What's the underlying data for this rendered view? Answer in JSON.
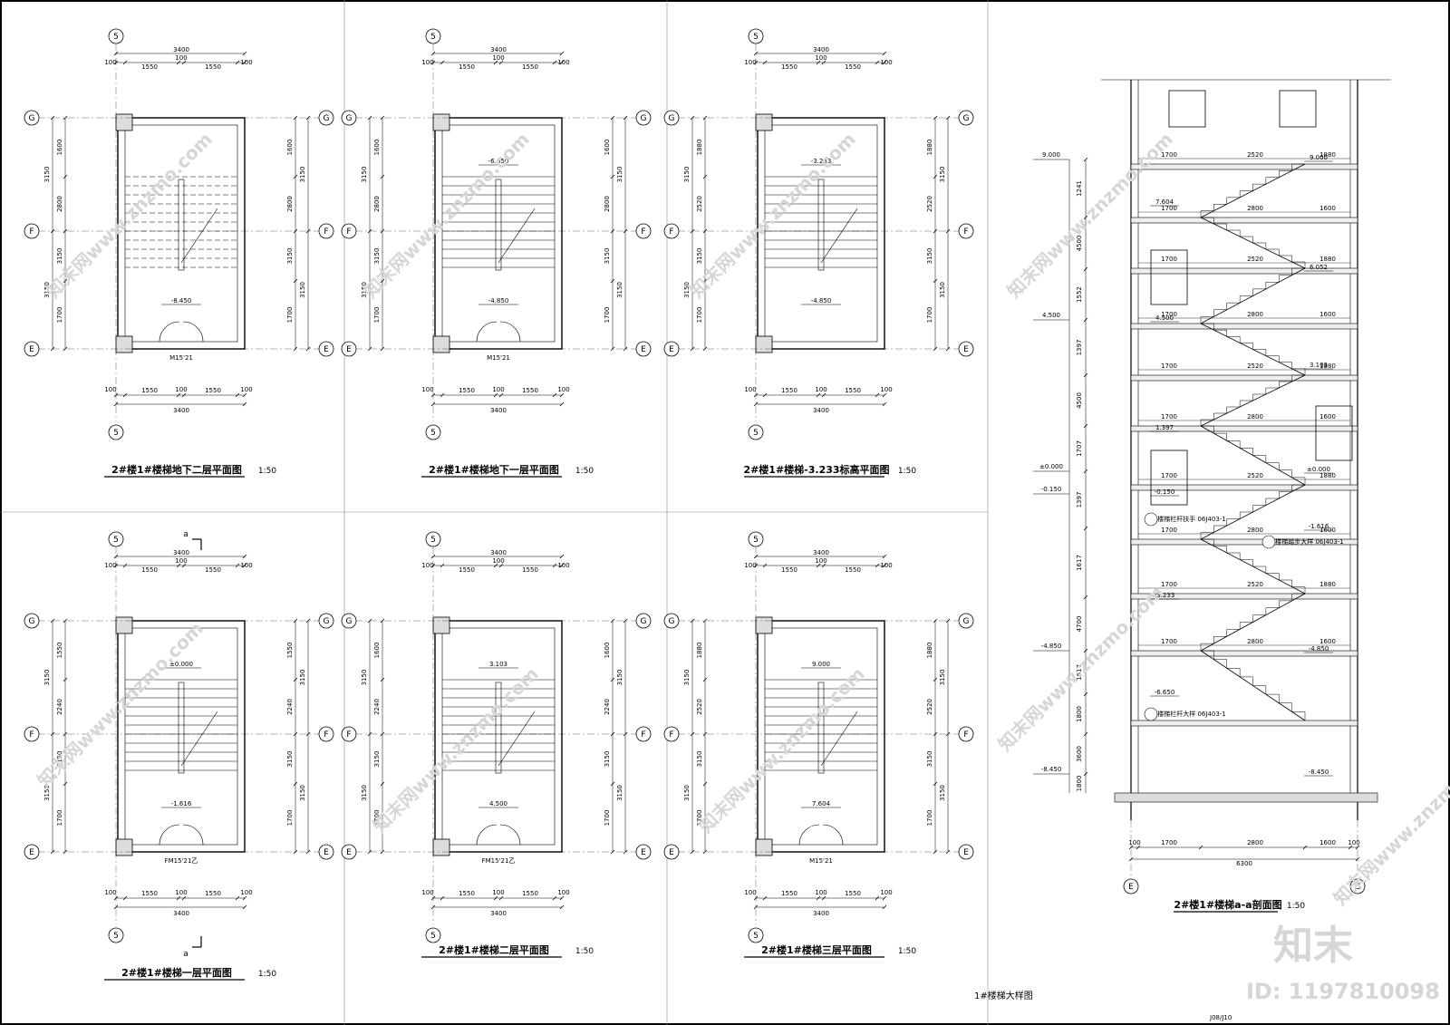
{
  "sheet": {
    "title": "1#楼梯大样图",
    "sheet_no": "J08/J10",
    "watermark_url": "www.znzmo.com",
    "watermark_brand": "知末网",
    "logo_text": "知末",
    "id_text": "ID: 1197810098"
  },
  "plans": [
    {
      "title": "2#楼1#楼梯地下二层平面图",
      "scale": "1:50",
      "elev_main": "-8.450",
      "elev_second": "",
      "door": "M15'21",
      "left_dims": [
        "1600",
        "2800",
        "3150",
        "1700"
      ]
    },
    {
      "title": "2#楼1#楼梯地下一层平面图",
      "scale": "1:50",
      "elev_main": "-4.850",
      "elev_second": "-6.650",
      "door": "M15'21",
      "left_dims": [
        "1600",
        "2800",
        "3150",
        "1700"
      ]
    },
    {
      "title": "2#楼1#楼梯-3.233标高平面图",
      "scale": "1:50",
      "elev_main": "-4.850",
      "elev_second": "-3.233",
      "door": "",
      "left_dims": [
        "1880",
        "2520",
        "3150",
        "1700"
      ]
    },
    {
      "title": "2#楼1#楼梯一层平面图",
      "scale": "1:50",
      "elev_main": "-1.616",
      "elev_second": "±0.000",
      "door": "FM15'21乙",
      "left_dims": [
        "1550",
        "2240",
        "3150",
        "1700"
      ]
    },
    {
      "title": "2#楼1#楼梯二层平面图",
      "scale": "1:50",
      "elev_main": "4.500",
      "elev_second": "3.103",
      "door": "FM15'21乙",
      "left_dims": [
        "1600",
        "2240",
        "3150",
        "1700"
      ]
    },
    {
      "title": "2#楼1#楼梯三层平面图",
      "scale": "1:50",
      "elev_main": "7.604",
      "elev_second": "9.000",
      "door": "M15'21",
      "left_dims": [
        "1880",
        "2520",
        "3150",
        "1700"
      ]
    }
  ],
  "common": {
    "axis_top": "5",
    "axis_rows": [
      "G",
      "F",
      "E"
    ],
    "dim_total": "3400",
    "dim_parts": [
      "100",
      "1550",
      "100",
      "1550",
      "100"
    ],
    "dim_bottom_parts": [
      "100",
      "1550",
      "100",
      "1550",
      "100"
    ],
    "right_dims": [
      "3150",
      "3150"
    ]
  },
  "section": {
    "title": "2#楼1#楼梯a-a剖面图",
    "scale": "1:50",
    "axis_left": "E",
    "axis_right": "G",
    "bottom_dims": [
      "100",
      "1700",
      "2800",
      "1600",
      "100"
    ],
    "bottom_total": "6300",
    "levels": [
      "9.000",
      "7.604",
      "6.052",
      "4.500",
      "3.103",
      "1.397",
      "±0.000",
      "-0.150",
      "-1.616",
      "-3.233",
      "-4.850",
      "-6.650",
      "-8.450"
    ],
    "left_dims": [
      "1241",
      "4500",
      "1552",
      "1397",
      "4500",
      "1707",
      "1397",
      "1617",
      "4700",
      "1617",
      "1800",
      "3600",
      "1800"
    ],
    "notes": [
      "楼梯栏杆扶手 06J403-1",
      "楼梯踏步大样 06J403-1",
      "楼梯栏杆大样 06J403-1"
    ]
  },
  "section_marker": "a"
}
